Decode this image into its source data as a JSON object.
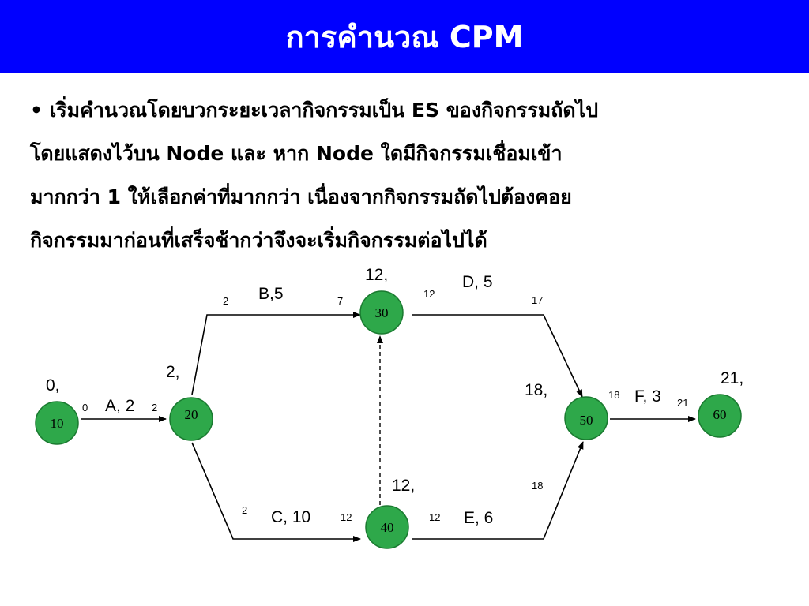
{
  "title": "การคำนวณ CPM",
  "paragraph": {
    "bullet": "•",
    "lines": [
      "เริ่มคำนวณโดยบวกระยะเวลากิจกรรมเป็น ES ของกิจกรรมถัดไป",
      "โดยแสดงไว้บน Node และ หาก Node ใดมีกิจกรรมเชื่อมเข้า",
      "มากกว่า 1 ให้เลือกค่าที่มากกว่า เนื่องจากกิจกรรมถัดไปต้องคอย",
      "กิจกรรมมาก่อนที่เสร็จช้ากว่าจึงจะเริ่มกิจกรรมต่อไปได้"
    ]
  },
  "colors": {
    "title_bar": "#0000ff",
    "node_fill": "#2ea84a",
    "node_stroke": "#1a7a30"
  },
  "network": {
    "nodes": [
      {
        "id": "10",
        "label": "10",
        "es": "0,"
      },
      {
        "id": "20",
        "label": "20",
        "es": "2,"
      },
      {
        "id": "30",
        "label": "30",
        "es": "12,"
      },
      {
        "id": "40",
        "label": "40",
        "es": "12,"
      },
      {
        "id": "50",
        "label": "50",
        "es": "18,"
      },
      {
        "id": "60",
        "label": "60",
        "es": "21,"
      }
    ],
    "activities": [
      {
        "id": "A",
        "label": "A, 2",
        "start": "0",
        "end": "2"
      },
      {
        "id": "B",
        "label": "B,5",
        "start": "2",
        "end": "7"
      },
      {
        "id": "C",
        "label": "C, 10",
        "start": "2",
        "end": "12"
      },
      {
        "id": "D",
        "label": "D, 5",
        "start": "12",
        "end": "17"
      },
      {
        "id": "E",
        "label": "E, 6",
        "start": "12",
        "end": "18"
      },
      {
        "id": "F",
        "label": "F, 3",
        "start": "18",
        "end": "21"
      }
    ]
  }
}
